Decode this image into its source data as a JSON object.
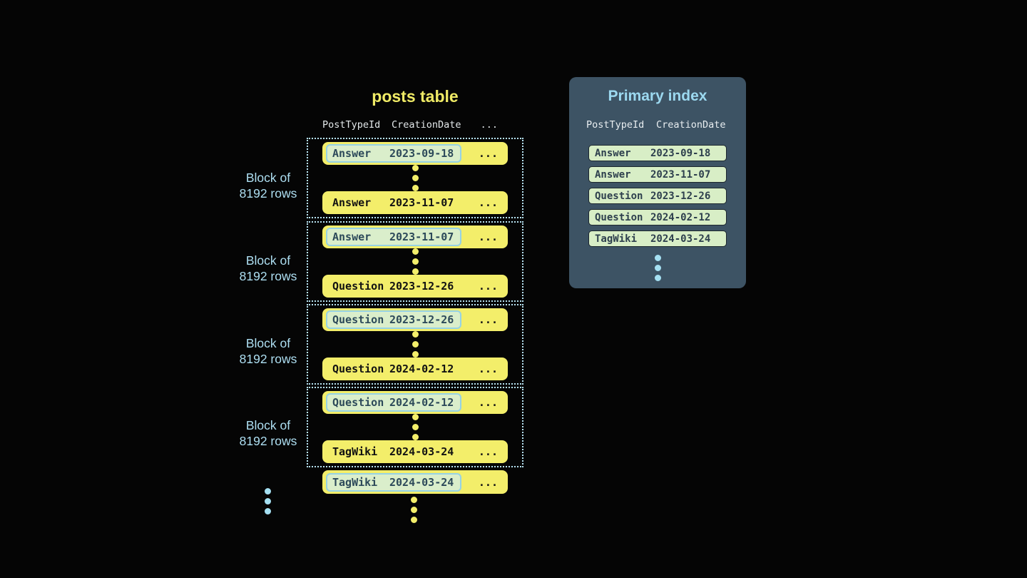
{
  "posts_table": {
    "title": "posts table",
    "headers": {
      "post_type_id": "PostTypeId",
      "creation_date": "CreationDate",
      "more_columns": "..."
    },
    "block_label": {
      "line1": "Block of",
      "line2": "8192 rows"
    },
    "row_ellipsis": "...",
    "blocks": [
      {
        "first_row": {
          "type": "Answer",
          "date": "2023-09-18"
        },
        "last_row": {
          "type": "Answer",
          "date": "2023-11-07"
        }
      },
      {
        "first_row": {
          "type": "Answer",
          "date": "2023-11-07"
        },
        "last_row": {
          "type": "Question",
          "date": "2023-12-26"
        }
      },
      {
        "first_row": {
          "type": "Question",
          "date": "2023-12-26"
        },
        "last_row": {
          "type": "Question",
          "date": "2024-02-12"
        }
      },
      {
        "first_row": {
          "type": "Question",
          "date": "2024-02-12"
        },
        "last_row": {
          "type": "TagWiki",
          "date": "2024-03-24"
        }
      }
    ],
    "next_block_first_row": {
      "type": "TagWiki",
      "date": "2024-03-24"
    }
  },
  "primary_index": {
    "title": "Primary index",
    "headers": {
      "post_type_id": "PostTypeId",
      "creation_date": "CreationDate"
    },
    "rows": [
      {
        "type": "Answer",
        "date": "2023-09-18"
      },
      {
        "type": "Answer",
        "date": "2023-11-07"
      },
      {
        "type": "Question",
        "date": "2023-12-26"
      },
      {
        "type": "Question",
        "date": "2024-02-12"
      },
      {
        "type": "TagWiki",
        "date": "2024-03-24"
      }
    ]
  },
  "colors": {
    "background": "#050505",
    "row_yellow": "#f3ee6a",
    "title_yellow": "#f0eb66",
    "block_outline_blue": "#b7e2f1",
    "block_label_blue": "#aedff2",
    "highlight_green": "#daeecb",
    "highlight_border_blue": "#96d2e4",
    "panel_background": "#3d5364",
    "panel_title_blue": "#9cd9f0",
    "index_row_green": "#d8eec6",
    "dots_blue": "#a5e0f2"
  }
}
